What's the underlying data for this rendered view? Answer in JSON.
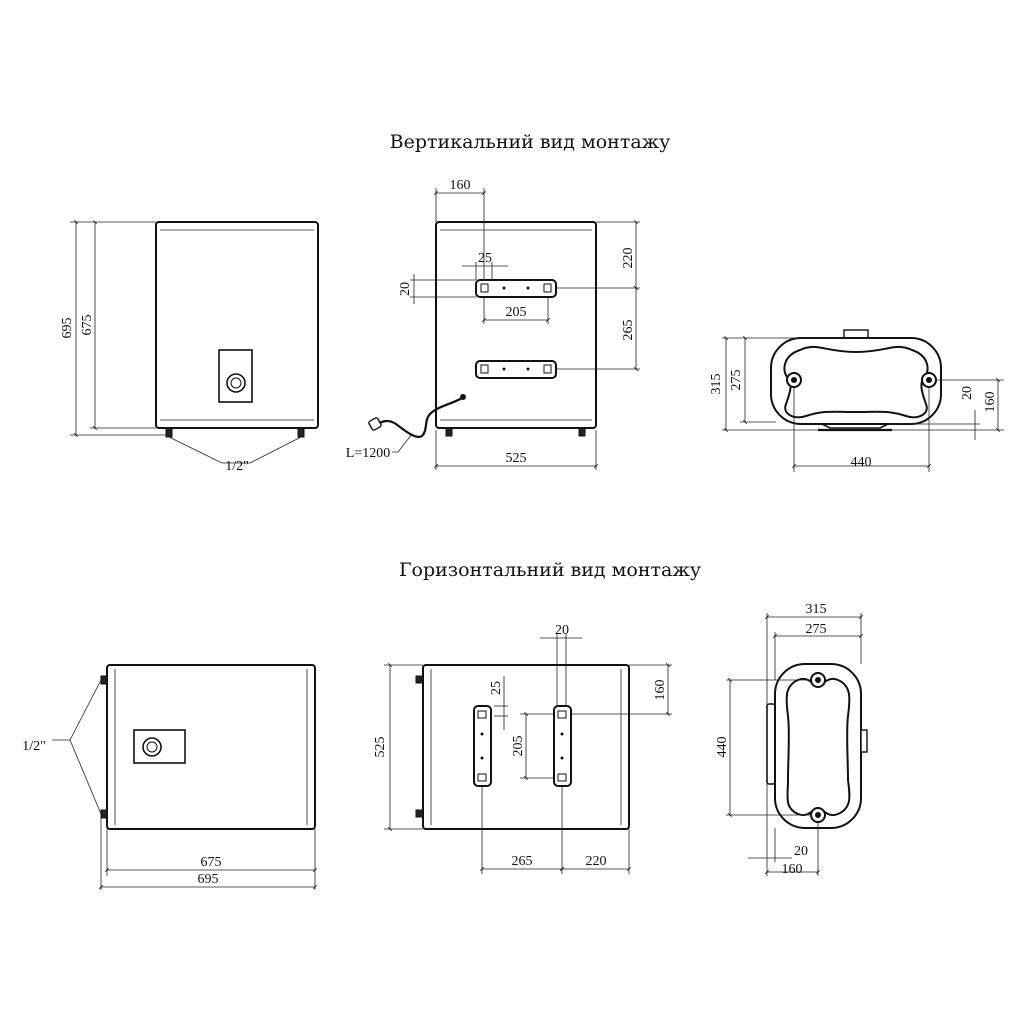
{
  "titles": {
    "vertical": "Вертикальний вид монтажу",
    "horizontal": "Горизонтальний вид монтажу"
  },
  "vertical": {
    "front": {
      "height_outer": "695",
      "height_inner": "675",
      "pipe_label": "1/2\""
    },
    "back": {
      "offset_top": "160",
      "bracket_width": "25",
      "top_gap": "220",
      "bracket_height": "20",
      "bracket_span": "205",
      "bracket_spacing": "265",
      "cable": "L=1200",
      "width": "525"
    },
    "side": {
      "depth_outer": "315",
      "depth_inner": "275",
      "hole": "20",
      "hole_offset": "160",
      "hole_span": "440"
    }
  },
  "horizontal": {
    "front": {
      "pipe_label": "1/2\"",
      "width_inner": "675",
      "width_outer": "695"
    },
    "back": {
      "bracket_width": "20",
      "bracket_height": "25",
      "offset_top": "160",
      "height": "525",
      "bracket_span": "205",
      "bracket_spacing": "265",
      "side_gap": "220"
    },
    "side": {
      "depth_outer": "315",
      "depth_inner": "275",
      "length": "440",
      "hole": "20",
      "hole_offset": "160"
    }
  }
}
